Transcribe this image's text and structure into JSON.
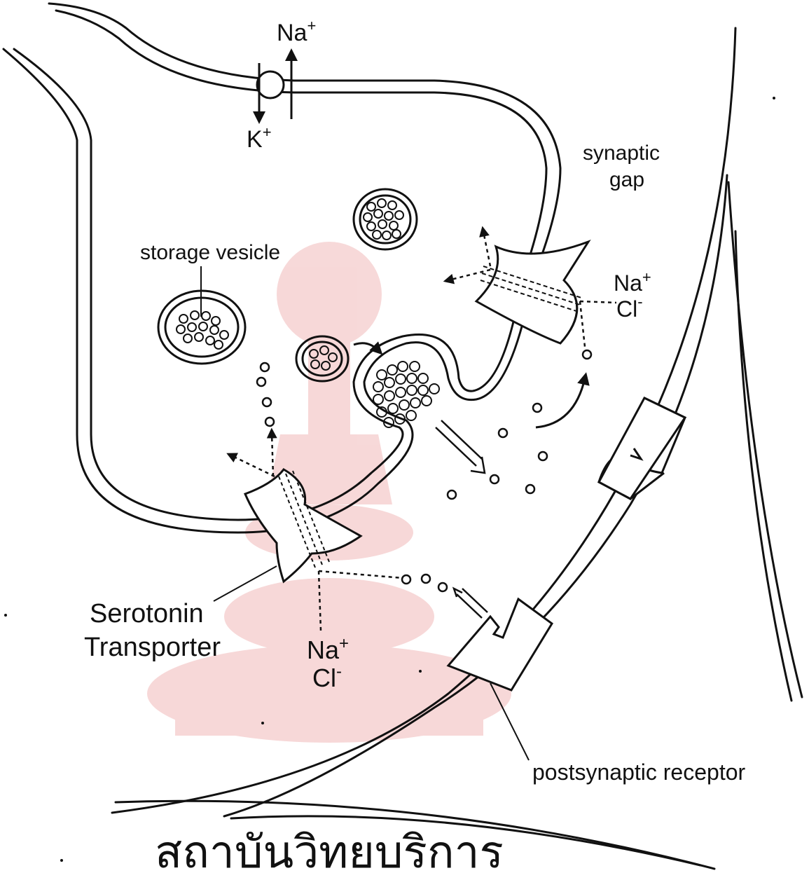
{
  "labels": {
    "na_top": "Na",
    "na_top_charge": "+",
    "k_top": "K",
    "k_top_charge": "+",
    "synaptic_gap_line1": "synaptic",
    "synaptic_gap_line2": "gap",
    "storage_vesicle": "storage vesicle",
    "na_right": "Na",
    "na_right_charge": "+",
    "cl_right": "Cl",
    "cl_right_charge": "-",
    "serotonin_transporter_line1": "Serotonin",
    "serotonin_transporter_line2": "Transporter",
    "na_bottom": "Na",
    "na_bottom_charge": "+",
    "cl_bottom": "Cl",
    "cl_bottom_charge": "-",
    "postsynaptic_receptor": "postsynaptic receptor"
  },
  "watermark": {
    "text": "สถาบันวิทยบริการ",
    "color": "#f3c3c3"
  },
  "colors": {
    "ink": "#111111",
    "watermark": "#f6d2d2"
  }
}
